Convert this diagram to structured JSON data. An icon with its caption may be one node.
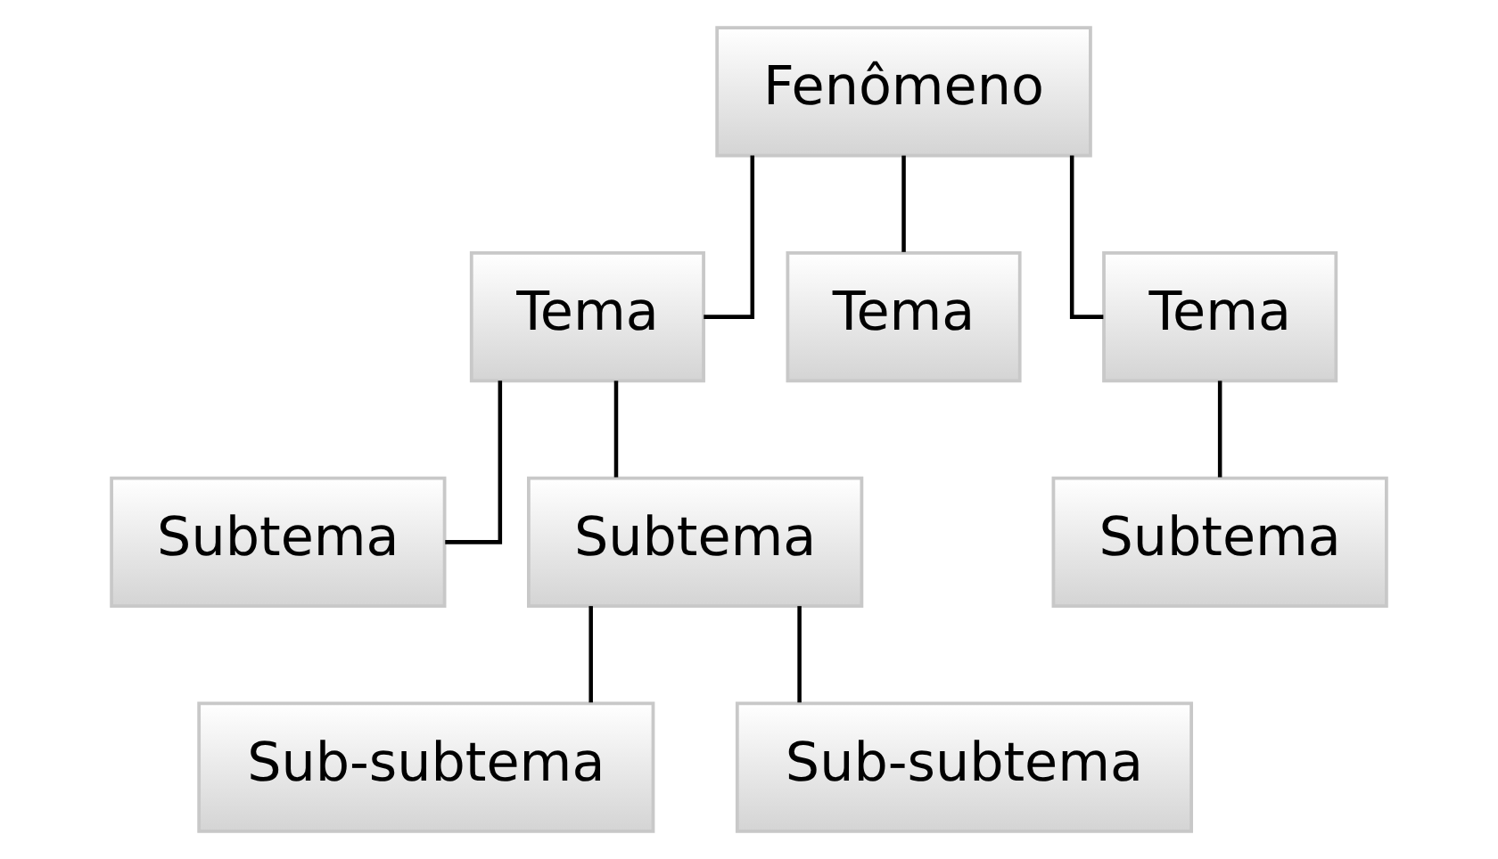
{
  "diagram": {
    "nodes": [
      {
        "text": [
          "Fenômeno"
        ]
      },
      {
        "text": [
          "Tema"
        ]
      },
      {
        "text": [
          "Tema"
        ]
      },
      {
        "text": [
          "Tema"
        ]
      },
      {
        "text": [
          "Subtema"
        ]
      },
      {
        "text": [
          "Subtema"
        ]
      },
      {
        "text": [
          "Subtema"
        ]
      },
      {
        "text": [
          "Sub-subtema"
        ]
      },
      {
        "text": [
          "Sub-subtema"
        ]
      }
    ],
    "edges": [
      {
        "from": 0,
        "to": 1,
        "arrow": "none"
      },
      {
        "from": 0,
        "to": 2,
        "arrow": "none"
      },
      {
        "from": 0,
        "to": 3,
        "arrow": "none"
      },
      {
        "from": 1,
        "to": 4,
        "arrow": "none"
      },
      {
        "from": 1,
        "to": 5,
        "arrow": "none"
      },
      {
        "from": 3,
        "to": 6,
        "arrow": "none"
      },
      {
        "from": 5,
        "to": 7,
        "arrow": "none"
      },
      {
        "from": 5,
        "to": 8,
        "arrow": "none"
      }
    ]
  }
}
